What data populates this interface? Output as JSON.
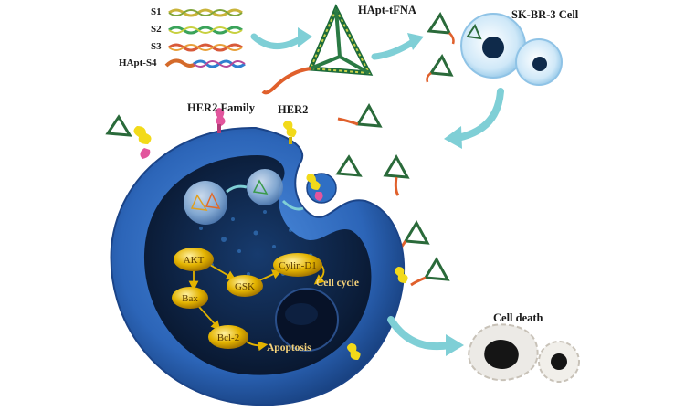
{
  "labels": {
    "s1": "S1",
    "s2": "S2",
    "s3": "S3",
    "hapt_s4": "HApt-S4",
    "hapt_tfna": "HApt-tFNA",
    "sk_br_3_cell": "SK-BR-3 Cell",
    "her2_family": "HER2 Family",
    "her2": "HER2",
    "cell_death": "Cell death"
  },
  "pathway": {
    "nodes": {
      "akt": "AKT",
      "gsk": "GSK",
      "cylin_d1": "Cylin-D1",
      "bax": "Bax",
      "bcl_2": "Bcl-2"
    },
    "outcomes": {
      "cell_cycle": "Cell cycle",
      "apoptosis": "Apoptosis"
    }
  },
  "colors": {
    "arrow": "#7fcfd6",
    "cell_membrane": "#2f6fc4",
    "cytoplasm": "#0d1f3e",
    "node_gold": "#d9a400",
    "her2_yellow": "#f2da1a",
    "her2_family_pink": "#e2559d"
  }
}
